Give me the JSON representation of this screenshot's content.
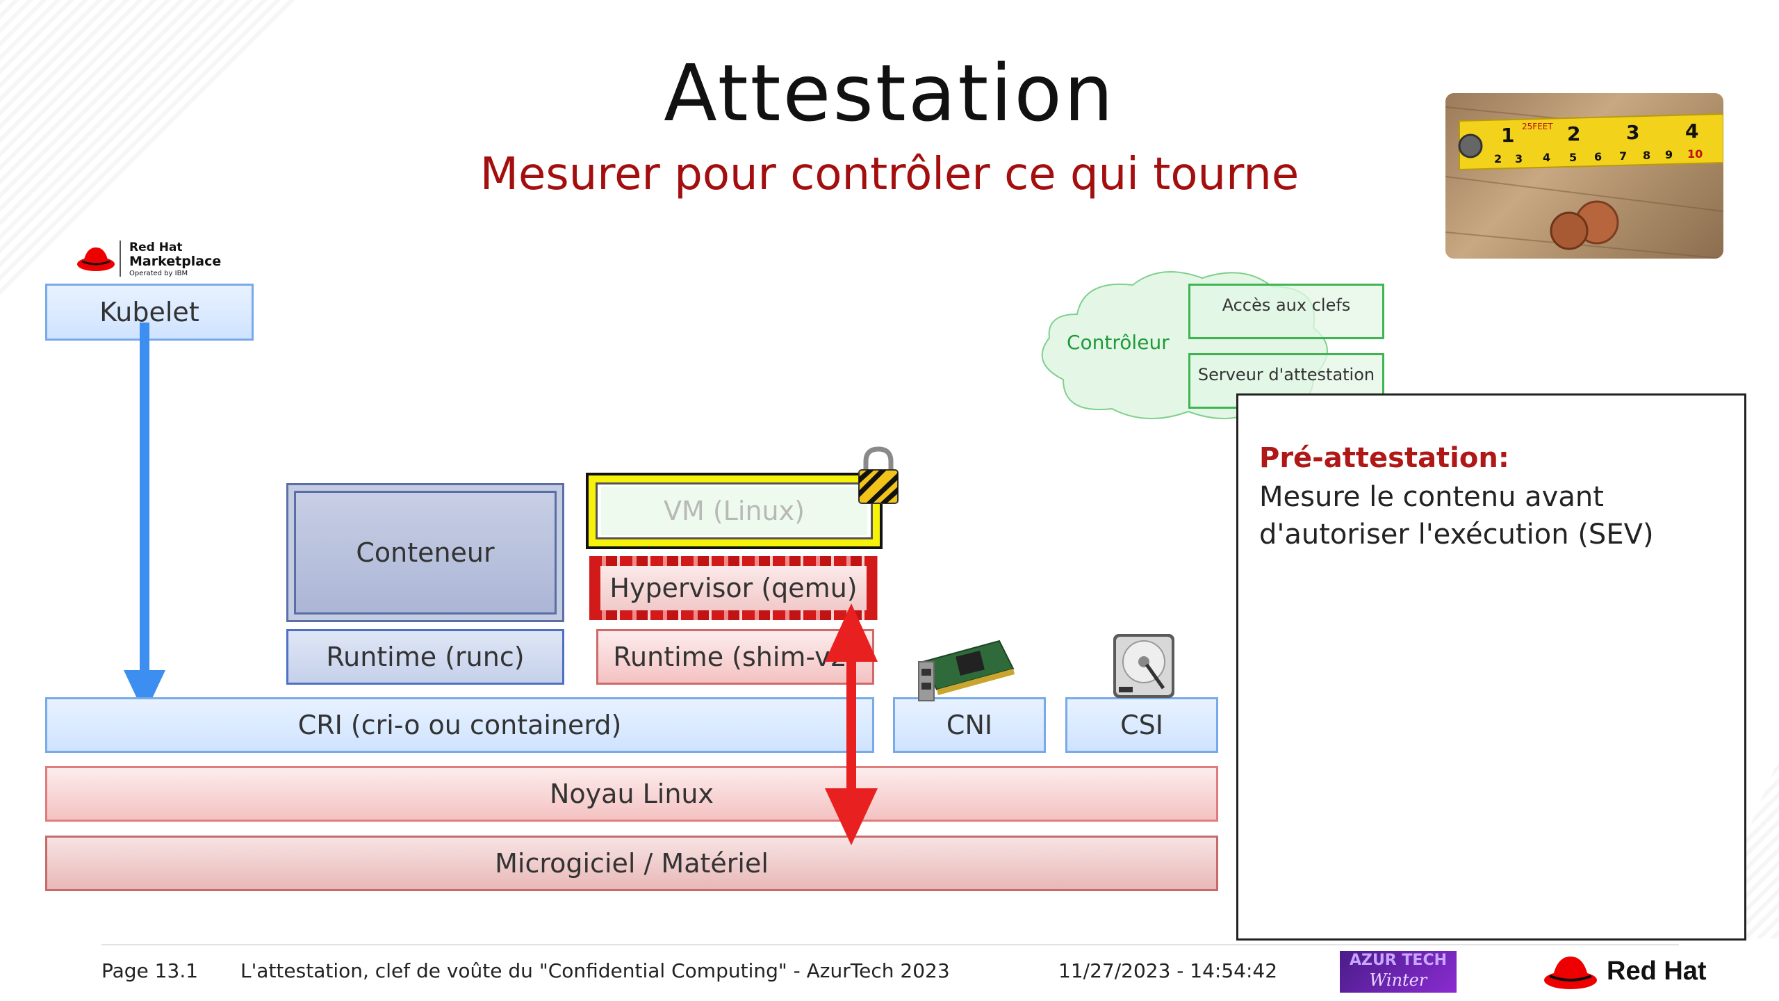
{
  "slide": {
    "title": "Attestation",
    "subtitle": "Mesurer pour contrôler ce qui tourne"
  },
  "marketplace_logo": {
    "line1": "Red Hat",
    "line2": "Marketplace",
    "line3": "Operated by IBM"
  },
  "diagram": {
    "kubelet": "Kubelet",
    "conteneur": "Conteneur",
    "runtime_runc": "Runtime (runc)",
    "vm": "VM (Linux)",
    "hypervisor": "Hypervisor (qemu)",
    "runtime_shim": "Runtime (shim-v2)",
    "cri": "CRI (cri-o ou containerd)",
    "cni": "CNI",
    "csi": "CSI",
    "noyau": "Noyau Linux",
    "firmware": "Microgiciel / Matériel",
    "controleur": "Contrôleur",
    "acces_clefs": "Accès aux clefs",
    "serveur_attestation": "Serveur d'attestation"
  },
  "photo": {
    "tape_marks": [
      "1",
      "2",
      "3",
      "4"
    ],
    "tape_small": [
      "2",
      "3",
      "4",
      "5",
      "6",
      "7",
      "8",
      "9",
      "10"
    ],
    "tape_feet": "25FEET"
  },
  "note": {
    "heading": "Pré-attestation:",
    "body": "Mesure le contenu avant d'autoriser l'exécution (SEV)"
  },
  "footer": {
    "page": "Page 13.1",
    "talk": "L'attestation, clef de voûte du \"Confidential Computing\" - AzurTech 2023",
    "datetime": "11/27/2023 - 14:54:42",
    "event_logo_line1": "AZUR TECH",
    "event_logo_line2": "Winter",
    "brand": "Red Hat"
  },
  "colors": {
    "subtitle": "#a30f0f",
    "blue_arrow": "#3c8ef0",
    "red_arrow": "#e82020",
    "note_heading": "#b01818",
    "controller_text": "#1f9a37"
  }
}
